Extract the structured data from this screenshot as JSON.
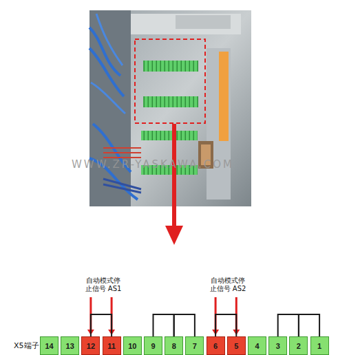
{
  "diagram": {
    "nodes": [
      {
        "text": [
          "14"
        ]
      },
      {
        "text": [
          "13"
        ]
      },
      {
        "text": [
          "12"
        ]
      },
      {
        "text": [
          "11"
        ]
      },
      {
        "text": [
          "10"
        ]
      },
      {
        "text": [
          "9"
        ]
      },
      {
        "text": [
          "8"
        ]
      },
      {
        "text": [
          "7"
        ]
      },
      {
        "text": [
          "6"
        ]
      },
      {
        "text": [
          "5"
        ]
      },
      {
        "text": [
          "4"
        ]
      },
      {
        "text": [
          "3"
        ]
      },
      {
        "text": [
          "2"
        ]
      },
      {
        "text": [
          "1"
        ]
      }
    ],
    "edges": [
      {
        "from": 2,
        "to": 3,
        "arrow": "none"
      },
      {
        "from": 5,
        "to": 6,
        "arrow": "none"
      },
      {
        "from": 6,
        "to": 7,
        "arrow": "none"
      },
      {
        "from": 8,
        "to": 9,
        "arrow": "none"
      },
      {
        "from": 11,
        "to": 12,
        "arrow": "none"
      },
      {
        "from": 12,
        "to": 13,
        "arrow": "none"
      }
    ],
    "labels": [
      "WWW.ZR-YASKAWA.COM",
      "自动模式停止信号 AS1",
      "自动模式停止信号 AS2",
      "X5端子"
    ]
  }
}
